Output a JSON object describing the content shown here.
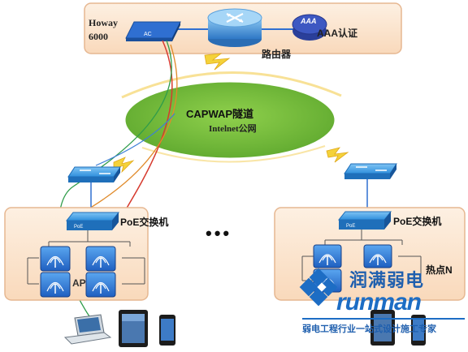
{
  "headquarters": {
    "label_line1": "Howay",
    "label_line2": "6000",
    "ac_label": "AC",
    "router_label": "路由器",
    "aaa_icon_label": "AAA",
    "aaa_label": "AAA认证"
  },
  "network": {
    "tunnel_label": "CAPWAP隧道",
    "internet_label": "Intelnet公网"
  },
  "branch_left": {
    "poe_label": "PoE交换机",
    "poe_small": "PoE",
    "ap_label": "AP"
  },
  "branch_right": {
    "poe_label": "PoE交换机",
    "poe_small": "PoE",
    "hotspot_label": "热点N"
  },
  "ellipsis": "•••",
  "watermark": {
    "brand_cn": "润满弱电",
    "brand_en": "runman",
    "slogan": "弱电工程行业一站式设计施工专家"
  },
  "colors": {
    "region_fill": "#fbe3cc",
    "region_stroke": "#e6b791",
    "cloud_green": "#7dc241",
    "device_blue": "#2f6fd1",
    "router_blue": "#3c8fd8",
    "lightning": "#f4d23a",
    "brand_blue": "#1d6dc4"
  }
}
